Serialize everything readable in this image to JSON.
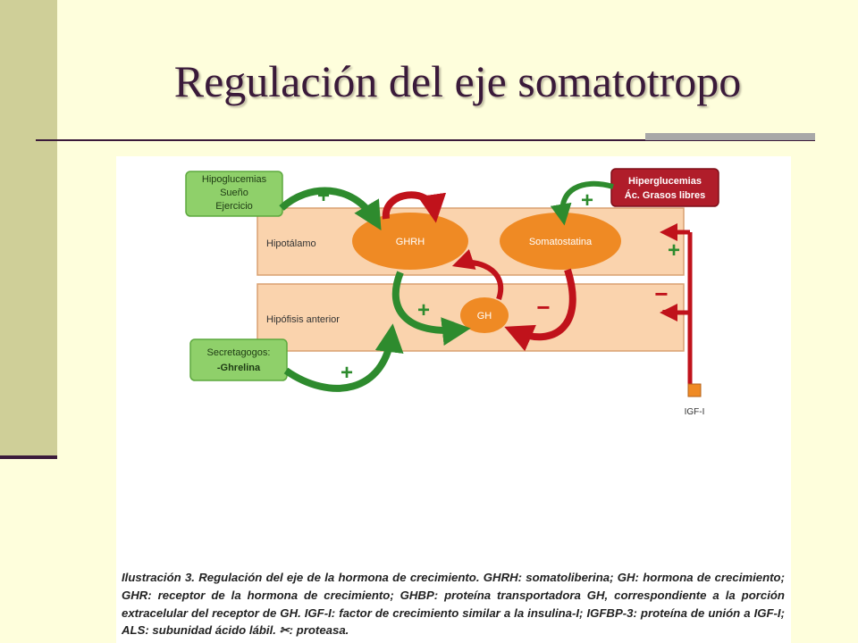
{
  "slide": {
    "title": "Regulación del eje somatotropo"
  },
  "diagram": {
    "bands": {
      "hypothalamus": "Hipotálamo",
      "pituitary": "Hipófisis anterior"
    },
    "nodes": {
      "ghrh": "GHRH",
      "somatostatin": "Somatostatina",
      "gh": "GH",
      "igf": "IGF-I"
    },
    "stimuli": {
      "left": [
        "Hipoglucemias",
        "Sueño",
        "Ejercicio"
      ],
      "right": [
        "Hiperglucemias",
        "Ác. Grasos libres"
      ],
      "secretagogues": [
        "Secretagogos:",
        "-Ghrelina"
      ]
    },
    "signs": {
      "plus": "+",
      "minus": "−"
    },
    "colors": {
      "band": "#fad3ad",
      "node": "#ef8a24",
      "green": "#2e8b2e",
      "red": "#c0121b",
      "green_box": "#8fd06a",
      "red_box": "#b01d2a"
    }
  },
  "caption": "Ilustración 3. Regulación del eje de la hormona de crecimiento. GHRH: somatoliberina; GH: hormona de crecimiento; GHR: receptor de la hormona de crecimiento; GHBP: proteína transportadora GH, correspondiente a la porción extracelular del receptor de GH. IGF-I: factor de crecimiento similar a la insulina-I; IGFBP-3: proteína de unión a IGF-I; ALS: subunidad ácido lábil. ✂: proteasa."
}
